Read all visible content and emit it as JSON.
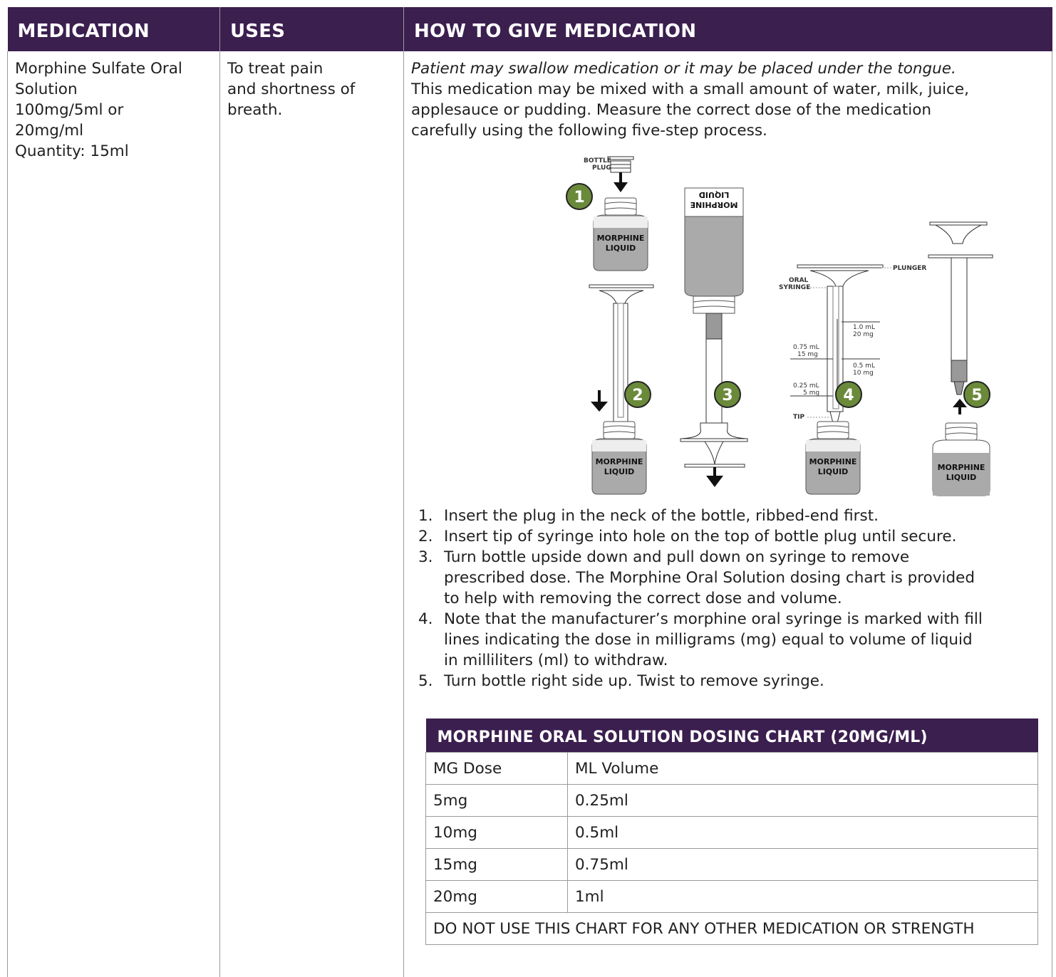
{
  "headers": {
    "medication": "MEDICATION",
    "uses": "USES",
    "how": "HOW TO GIVE MEDICATION"
  },
  "medication_lines": [
    "Morphine Sulfate Oral",
    "Solution",
    "100mg/5ml or",
    "20mg/ml",
    "Quantity: 15ml"
  ],
  "uses_lines": [
    "To treat pain",
    "and shortness of",
    "breath."
  ],
  "intro_italic": "Patient may swallow medication or it may be placed under the tongue.",
  "intro_lines": [
    "This medication may be mixed with a small amount of water, milk, juice,",
    "applesauce or pudding. Measure the correct dose of the medication",
    "carefully using the following five-step process."
  ],
  "figure": {
    "bottle_plug_label": [
      "BOTTLE",
      "PLUG"
    ],
    "bottle_label": [
      "MORPHINE",
      "LIQUID"
    ],
    "plunger_label": "PLUNGER",
    "oral_syringe_label": [
      "ORAL",
      "SYRINGE"
    ],
    "tip_label": "TIP",
    "step_numbers": [
      "1",
      "2",
      "3",
      "4",
      "5"
    ],
    "markings": [
      {
        "ml": "1.0 mL",
        "mg": "20 mg"
      },
      {
        "ml": "0.75 mL",
        "mg": "15 mg"
      },
      {
        "ml": "0.5 mL",
        "mg": "10 mg"
      },
      {
        "ml": "0.25 mL",
        "mg": "5 mg"
      }
    ],
    "badge_color": "#6a8a3a"
  },
  "steps": [
    {
      "num": "1.",
      "lines": [
        "Insert the plug in the neck of the bottle, ribbed-end first."
      ]
    },
    {
      "num": "2.",
      "lines": [
        "Insert tip of syringe into hole on the top of bottle plug until secure."
      ]
    },
    {
      "num": "3.",
      "lines": [
        "Turn bottle upside down and pull down on syringe to remove",
        "prescribed dose. The Morphine Oral Solution dosing chart is provided",
        "to help with removing the correct dose and volume."
      ]
    },
    {
      "num": "4.",
      "lines": [
        "Note that the manufacturer’s morphine oral syringe is marked with fill",
        "lines indicating the dose in milligrams (mg) equal to volume of liquid",
        "in milliliters (ml) to withdraw."
      ]
    },
    {
      "num": "5.",
      "lines": [
        "Turn bottle right side up. Twist to remove syringe."
      ]
    }
  ],
  "dosing_chart": {
    "title": "MORPHINE ORAL SOLUTION DOSING CHART (20MG/ML)",
    "col_headers": [
      "MG Dose",
      "ML Volume"
    ],
    "rows": [
      [
        "5mg",
        "0.25ml"
      ],
      [
        "10mg",
        "0.5ml"
      ],
      [
        "15mg",
        "0.75ml"
      ],
      [
        "20mg",
        "1ml"
      ]
    ],
    "footer": "DO NOT USE THIS CHART FOR ANY OTHER MEDICATION OR STRENGTH"
  },
  "colors": {
    "header_bg": "#3b1f4f",
    "border": "#9a9a9a"
  }
}
